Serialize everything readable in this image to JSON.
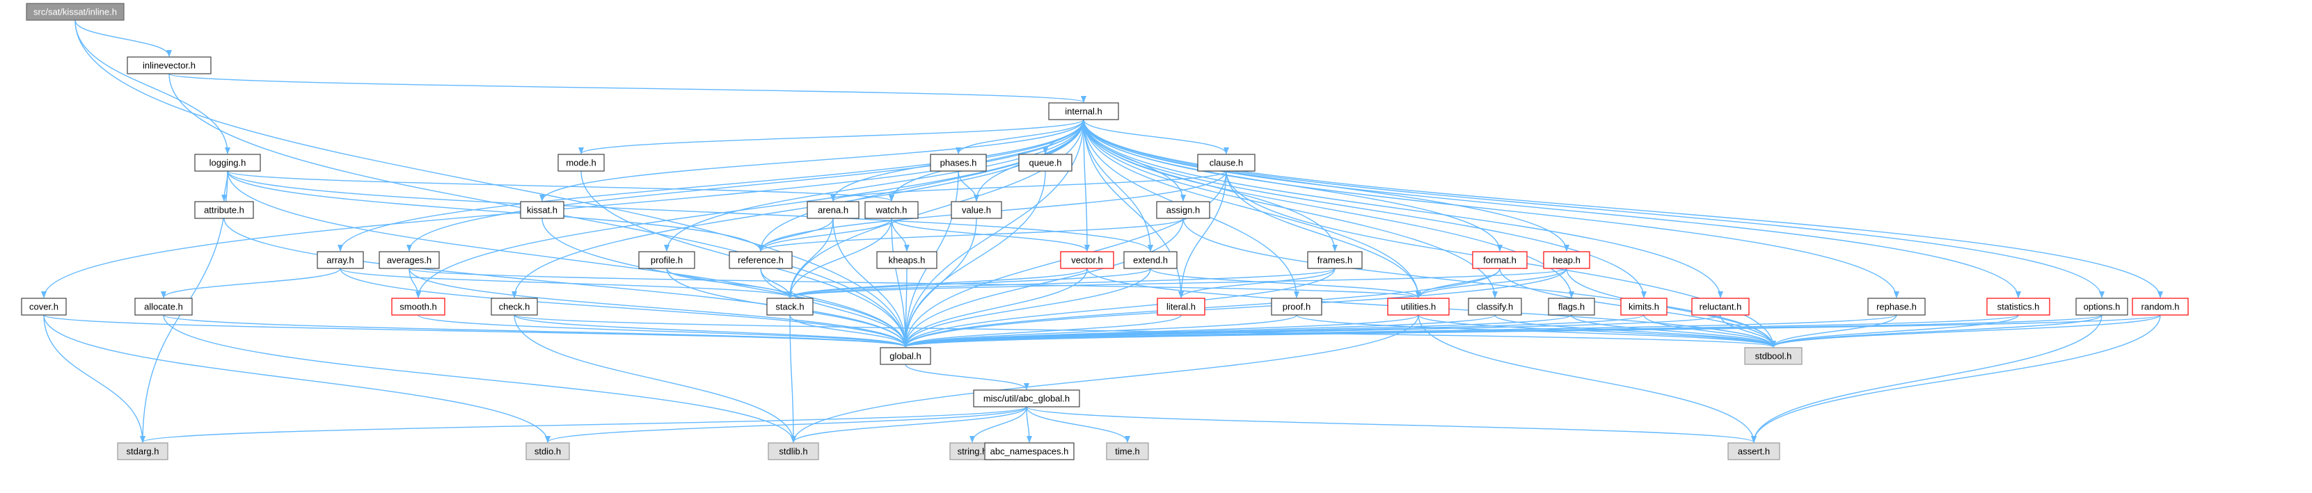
{
  "title": "src/sat/kissat/inline.h include dependency graph",
  "colors": {
    "edge": "#63b8ff",
    "node_border": "#404040",
    "highlight_border": "#ff0000",
    "system_fill": "#e0e0e0",
    "root_fill": "#999999"
  },
  "nodes": [
    {
      "id": "inline",
      "label": "src/sat/kissat/inline.h",
      "kind": "root"
    },
    {
      "id": "inlinevector",
      "label": "inlinevector.h",
      "kind": "normal"
    },
    {
      "id": "internal",
      "label": "internal.h",
      "kind": "normal"
    },
    {
      "id": "logging",
      "label": "logging.h",
      "kind": "normal"
    },
    {
      "id": "attribute",
      "label": "attribute.h",
      "kind": "normal"
    },
    {
      "id": "mode",
      "label": "mode.h",
      "kind": "normal"
    },
    {
      "id": "kissat",
      "label": "kissat.h",
      "kind": "normal"
    },
    {
      "id": "phases",
      "label": "phases.h",
      "kind": "normal"
    },
    {
      "id": "queue",
      "label": "queue.h",
      "kind": "normal"
    },
    {
      "id": "clause",
      "label": "clause.h",
      "kind": "normal"
    },
    {
      "id": "arena",
      "label": "arena.h",
      "kind": "normal"
    },
    {
      "id": "watch",
      "label": "watch.h",
      "kind": "normal"
    },
    {
      "id": "value",
      "label": "value.h",
      "kind": "normal"
    },
    {
      "id": "assign",
      "label": "assign.h",
      "kind": "normal"
    },
    {
      "id": "array",
      "label": "array.h",
      "kind": "normal"
    },
    {
      "id": "averages",
      "label": "averages.h",
      "kind": "normal"
    },
    {
      "id": "profile",
      "label": "profile.h",
      "kind": "normal"
    },
    {
      "id": "reference",
      "label": "reference.h",
      "kind": "normal"
    },
    {
      "id": "kheaps",
      "label": "kheaps.h",
      "kind": "normal"
    },
    {
      "id": "vector",
      "label": "vector.h",
      "kind": "red"
    },
    {
      "id": "extend",
      "label": "extend.h",
      "kind": "normal"
    },
    {
      "id": "frames",
      "label": "frames.h",
      "kind": "normal"
    },
    {
      "id": "format",
      "label": "format.h",
      "kind": "red"
    },
    {
      "id": "heap",
      "label": "heap.h",
      "kind": "red"
    },
    {
      "id": "cover",
      "label": "cover.h",
      "kind": "normal"
    },
    {
      "id": "allocate",
      "label": "allocate.h",
      "kind": "normal"
    },
    {
      "id": "smooth",
      "label": "smooth.h",
      "kind": "red"
    },
    {
      "id": "check",
      "label": "check.h",
      "kind": "normal"
    },
    {
      "id": "stack",
      "label": "stack.h",
      "kind": "normal"
    },
    {
      "id": "literal",
      "label": "literal.h",
      "kind": "red"
    },
    {
      "id": "proof",
      "label": "proof.h",
      "kind": "normal"
    },
    {
      "id": "utilities",
      "label": "utilities.h",
      "kind": "red"
    },
    {
      "id": "classify",
      "label": "classify.h",
      "kind": "normal"
    },
    {
      "id": "flags",
      "label": "flags.h",
      "kind": "normal"
    },
    {
      "id": "kimits",
      "label": "kimits.h",
      "kind": "red"
    },
    {
      "id": "reluctant",
      "label": "reluctant.h",
      "kind": "red"
    },
    {
      "id": "rephase",
      "label": "rephase.h",
      "kind": "normal"
    },
    {
      "id": "statistics",
      "label": "statistics.h",
      "kind": "red"
    },
    {
      "id": "options",
      "label": "options.h",
      "kind": "normal"
    },
    {
      "id": "random",
      "label": "random.h",
      "kind": "red"
    },
    {
      "id": "global",
      "label": "global.h",
      "kind": "normal"
    },
    {
      "id": "stdbool",
      "label": "stdbool.h",
      "kind": "sys"
    },
    {
      "id": "abc_global",
      "label": "misc/util/abc_global.h",
      "kind": "normal"
    },
    {
      "id": "stdarg",
      "label": "stdarg.h",
      "kind": "sys"
    },
    {
      "id": "stdio",
      "label": "stdio.h",
      "kind": "sys"
    },
    {
      "id": "stdlib",
      "label": "stdlib.h",
      "kind": "sys"
    },
    {
      "id": "string",
      "label": "string.h",
      "kind": "sys"
    },
    {
      "id": "abc_namespaces",
      "label": "abc_namespaces.h",
      "kind": "normal"
    },
    {
      "id": "time",
      "label": "time.h",
      "kind": "sys"
    },
    {
      "id": "assert",
      "label": "assert.h",
      "kind": "sys"
    }
  ],
  "edges": [
    [
      "inline",
      "inlinevector"
    ],
    [
      "inline",
      "logging"
    ],
    [
      "inline",
      "global"
    ],
    [
      "inlinevector",
      "internal"
    ],
    [
      "inlinevector",
      "global"
    ],
    [
      "logging",
      "attribute"
    ],
    [
      "logging",
      "stdarg"
    ],
    [
      "logging",
      "global"
    ],
    [
      "logging",
      "watch"
    ],
    [
      "logging",
      "reference"
    ],
    [
      "logging",
      "extend"
    ],
    [
      "attribute",
      "global"
    ],
    [
      "internal",
      "mode"
    ],
    [
      "internal",
      "kissat"
    ],
    [
      "internal",
      "phases"
    ],
    [
      "internal",
      "queue"
    ],
    [
      "internal",
      "clause"
    ],
    [
      "internal",
      "arena"
    ],
    [
      "internal",
      "watch"
    ],
    [
      "internal",
      "value"
    ],
    [
      "internal",
      "assign"
    ],
    [
      "internal",
      "array"
    ],
    [
      "internal",
      "averages"
    ],
    [
      "internal",
      "profile"
    ],
    [
      "internal",
      "vector"
    ],
    [
      "internal",
      "extend"
    ],
    [
      "internal",
      "frames"
    ],
    [
      "internal",
      "format"
    ],
    [
      "internal",
      "heap"
    ],
    [
      "internal",
      "cover"
    ],
    [
      "internal",
      "smooth"
    ],
    [
      "internal",
      "check"
    ],
    [
      "internal",
      "stack"
    ],
    [
      "internal",
      "literal"
    ],
    [
      "internal",
      "proof"
    ],
    [
      "internal",
      "utilities"
    ],
    [
      "internal",
      "classify"
    ],
    [
      "internal",
      "flags"
    ],
    [
      "internal",
      "kimits"
    ],
    [
      "internal",
      "reluctant"
    ],
    [
      "internal",
      "rephase"
    ],
    [
      "internal",
      "statistics"
    ],
    [
      "internal",
      "options"
    ],
    [
      "internal",
      "random"
    ],
    [
      "internal",
      "global"
    ],
    [
      "internal",
      "reference"
    ],
    [
      "mode",
      "global"
    ],
    [
      "kissat",
      "global"
    ],
    [
      "phases",
      "value"
    ],
    [
      "phases",
      "global"
    ],
    [
      "queue",
      "global"
    ],
    [
      "clause",
      "arena"
    ],
    [
      "clause",
      "literal"
    ],
    [
      "clause",
      "reference"
    ],
    [
      "clause",
      "utilities"
    ],
    [
      "clause",
      "stdbool"
    ],
    [
      "clause",
      "global"
    ],
    [
      "arena",
      "reference"
    ],
    [
      "arena",
      "stack"
    ],
    [
      "arena",
      "global"
    ],
    [
      "watch",
      "kheaps"
    ],
    [
      "watch",
      "reference"
    ],
    [
      "watch",
      "stack"
    ],
    [
      "watch",
      "vector"
    ],
    [
      "watch",
      "global"
    ],
    [
      "value",
      "global"
    ],
    [
      "assign",
      "reference"
    ],
    [
      "assign",
      "stdbool"
    ],
    [
      "assign",
      "global"
    ],
    [
      "array",
      "allocate"
    ],
    [
      "array",
      "stack"
    ],
    [
      "array",
      "global"
    ],
    [
      "averages",
      "smooth"
    ],
    [
      "averages",
      "utilities"
    ],
    [
      "averages",
      "global"
    ],
    [
      "profile",
      "stack"
    ],
    [
      "profile",
      "global"
    ],
    [
      "reference",
      "stack"
    ],
    [
      "reference",
      "global"
    ],
    [
      "kheaps",
      "global"
    ],
    [
      "vector",
      "stack"
    ],
    [
      "vector",
      "stdbool"
    ],
    [
      "vector",
      "global"
    ],
    [
      "extend",
      "stack"
    ],
    [
      "extend",
      "utilities"
    ],
    [
      "extend",
      "global"
    ],
    [
      "frames",
      "literal"
    ],
    [
      "frames",
      "stack"
    ],
    [
      "frames",
      "global"
    ],
    [
      "format",
      "utilities"
    ],
    [
      "format",
      "stdbool"
    ],
    [
      "format",
      "global"
    ],
    [
      "heap",
      "stack"
    ],
    [
      "heap",
      "utilities"
    ],
    [
      "heap",
      "stdbool"
    ],
    [
      "heap",
      "global"
    ],
    [
      "cover",
      "stdarg"
    ],
    [
      "cover",
      "stdio"
    ],
    [
      "cover",
      "global"
    ],
    [
      "allocate",
      "stdlib"
    ],
    [
      "allocate",
      "global"
    ],
    [
      "smooth",
      "global"
    ],
    [
      "check",
      "stdlib"
    ],
    [
      "check",
      "stdbool"
    ],
    [
      "check",
      "global"
    ],
    [
      "stack",
      "stdlib"
    ],
    [
      "stack",
      "global"
    ],
    [
      "literal",
      "global"
    ],
    [
      "proof",
      "stdbool"
    ],
    [
      "proof",
      "global"
    ],
    [
      "utilities",
      "stdbool"
    ],
    [
      "utilities",
      "assert"
    ],
    [
      "utilities",
      "stdlib"
    ],
    [
      "utilities",
      "global"
    ],
    [
      "classify",
      "stdbool"
    ],
    [
      "classify",
      "global"
    ],
    [
      "flags",
      "stdbool"
    ],
    [
      "flags",
      "global"
    ],
    [
      "kimits",
      "stdbool"
    ],
    [
      "kimits",
      "global"
    ],
    [
      "reluctant",
      "stdbool"
    ],
    [
      "reluctant",
      "global"
    ],
    [
      "rephase",
      "stdbool"
    ],
    [
      "rephase",
      "global"
    ],
    [
      "statistics",
      "stdbool"
    ],
    [
      "statistics",
      "global"
    ],
    [
      "options",
      "assert"
    ],
    [
      "options",
      "stdbool"
    ],
    [
      "options",
      "global"
    ],
    [
      "random",
      "assert"
    ],
    [
      "random",
      "stdbool"
    ],
    [
      "random",
      "global"
    ],
    [
      "global",
      "abc_global"
    ],
    [
      "abc_global",
      "stdarg"
    ],
    [
      "abc_global",
      "stdio"
    ],
    [
      "abc_global",
      "stdlib"
    ],
    [
      "abc_global",
      "string"
    ],
    [
      "abc_global",
      "abc_namespaces"
    ],
    [
      "abc_global",
      "time"
    ],
    [
      "abc_global",
      "assert"
    ]
  ]
}
